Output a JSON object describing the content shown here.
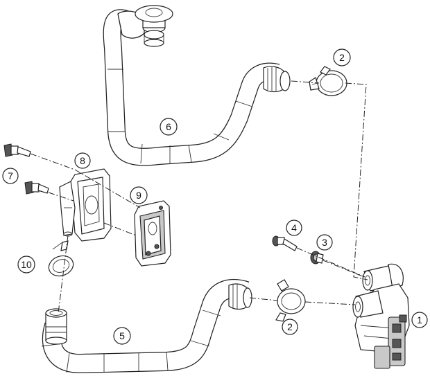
{
  "callouts": [
    {
      "id": "c1",
      "label": "1"
    },
    {
      "id": "c2a",
      "label": "2"
    },
    {
      "id": "c2b",
      "label": "2"
    },
    {
      "id": "c3",
      "label": "3"
    },
    {
      "id": "c4",
      "label": "4"
    },
    {
      "id": "c5",
      "label": "5"
    },
    {
      "id": "c6",
      "label": "6"
    },
    {
      "id": "c7",
      "label": "7"
    },
    {
      "id": "c8",
      "label": "8"
    },
    {
      "id": "c9",
      "label": "9"
    },
    {
      "id": "c10",
      "label": "10"
    }
  ],
  "colors": {
    "line": "#222222",
    "fill": "#ffffff",
    "shade": "#c9c9c9"
  }
}
